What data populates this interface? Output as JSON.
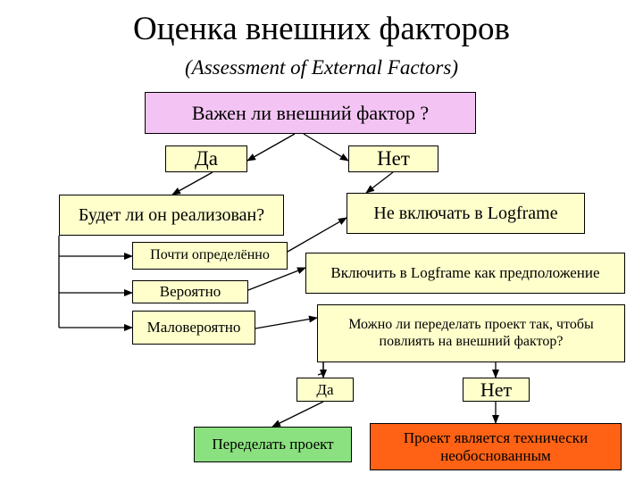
{
  "title": "Оценка внешних факторов",
  "subtitle": "(Assessment of External Factors)",
  "nodes": {
    "question_important": "Важен ли внешний фактор ?",
    "yes_1": "Да",
    "no_1": "Нет",
    "question_realized": "Будет ли он реализован?",
    "exclude": "Не включать в Logframe",
    "almost_certain": "Почти определённо",
    "include_assumption": "Включить в Logframe как предположение",
    "likely": "Вероятно",
    "unlikely": "Маловероятно",
    "question_redesign": "Можно ли переделать проект так, чтобы повлиять на внешний фактор?",
    "yes_2": "Да",
    "no_2": "Нет",
    "redesign": "Переделать проект",
    "infeasible": "Проект является технически необоснованным"
  },
  "colors": {
    "question": "#f3c4f3",
    "option": "#ffffcc",
    "action_green": "#8be17f",
    "action_orange": "#ff6214"
  }
}
